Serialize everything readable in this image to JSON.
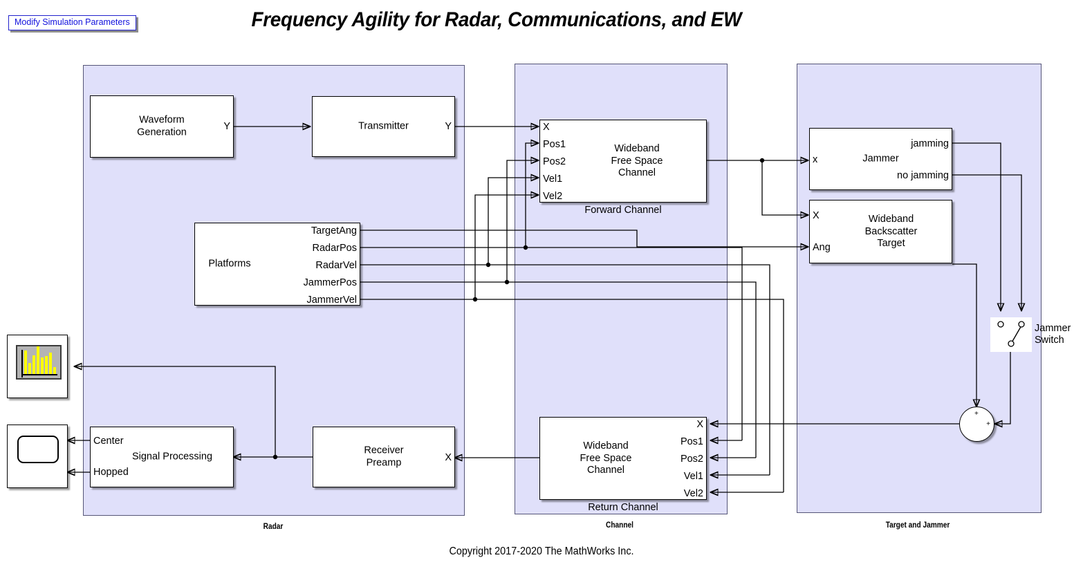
{
  "header": {
    "modify_button": "Modify Simulation Parameters",
    "title": "Frequency Agility for Radar, Communications, and EW"
  },
  "footer": {
    "copyright": "Copyright 2017-2020 The MathWorks Inc."
  },
  "subsystems": [
    {
      "name": "radar",
      "label": "Radar"
    },
    {
      "name": "channel",
      "label": "Channel"
    },
    {
      "name": "target_jammer",
      "label": "Target and Jammer"
    }
  ],
  "blocks": {
    "waveform_generation": {
      "title_line1": "Waveform",
      "title_line2": "Generation",
      "out_y": "Y"
    },
    "transmitter": {
      "title": "Transmitter",
      "out_y": "Y"
    },
    "platforms": {
      "title": "Platforms",
      "outputs": [
        "TargetAng",
        "RadarPos",
        "RadarVel",
        "JammerPos",
        "JammerVel"
      ]
    },
    "forward_channel": {
      "title_line1": "Wideband",
      "title_line2": "Free Space",
      "title_line3": "Channel",
      "caption": "Forward Channel",
      "inputs": [
        "X",
        "Pos1",
        "Pos2",
        "Vel1",
        "Vel2"
      ]
    },
    "return_channel": {
      "title_line1": "Wideband",
      "title_line2": "Free Space",
      "title_line3": "Channel",
      "caption": "Return Channel",
      "inputs": [
        "X",
        "Pos1",
        "Pos2",
        "Vel1",
        "Vel2"
      ]
    },
    "jammer": {
      "title": "Jammer",
      "input": "x",
      "outputs": [
        "jamming",
        "no jamming"
      ]
    },
    "backscatter_target": {
      "title_line1": "Wideband",
      "title_line2": "Backscatter",
      "title_line3": "Target",
      "inputs": [
        "X",
        "Ang"
      ]
    },
    "receiver_preamp": {
      "title_line1": "Receiver",
      "title_line2": "Preamp",
      "in_x": "X"
    },
    "signal_processing": {
      "title": "Signal Processing",
      "outputs": [
        "Center",
        "Hopped"
      ]
    },
    "jammer_switch": {
      "label_line1": "Jammer",
      "label_line2": "Switch"
    },
    "sum_junction": {
      "sign_top": "+",
      "sign_right": "+"
    },
    "spectrum_scope": {
      "name": "spectrum-analyzer"
    },
    "time_scope": {
      "name": "time-scope"
    }
  },
  "colors": {
    "subsystem_fill": "#e0e0fa",
    "block_fill": "#ffffff",
    "wire": "#000000",
    "link_text": "#1111dd",
    "spectrum_bars": "#ffff00",
    "spectrum_screen": "#b4b4b4"
  },
  "spectrum_bars": [
    34,
    16,
    27,
    40,
    24,
    26,
    31,
    10
  ]
}
